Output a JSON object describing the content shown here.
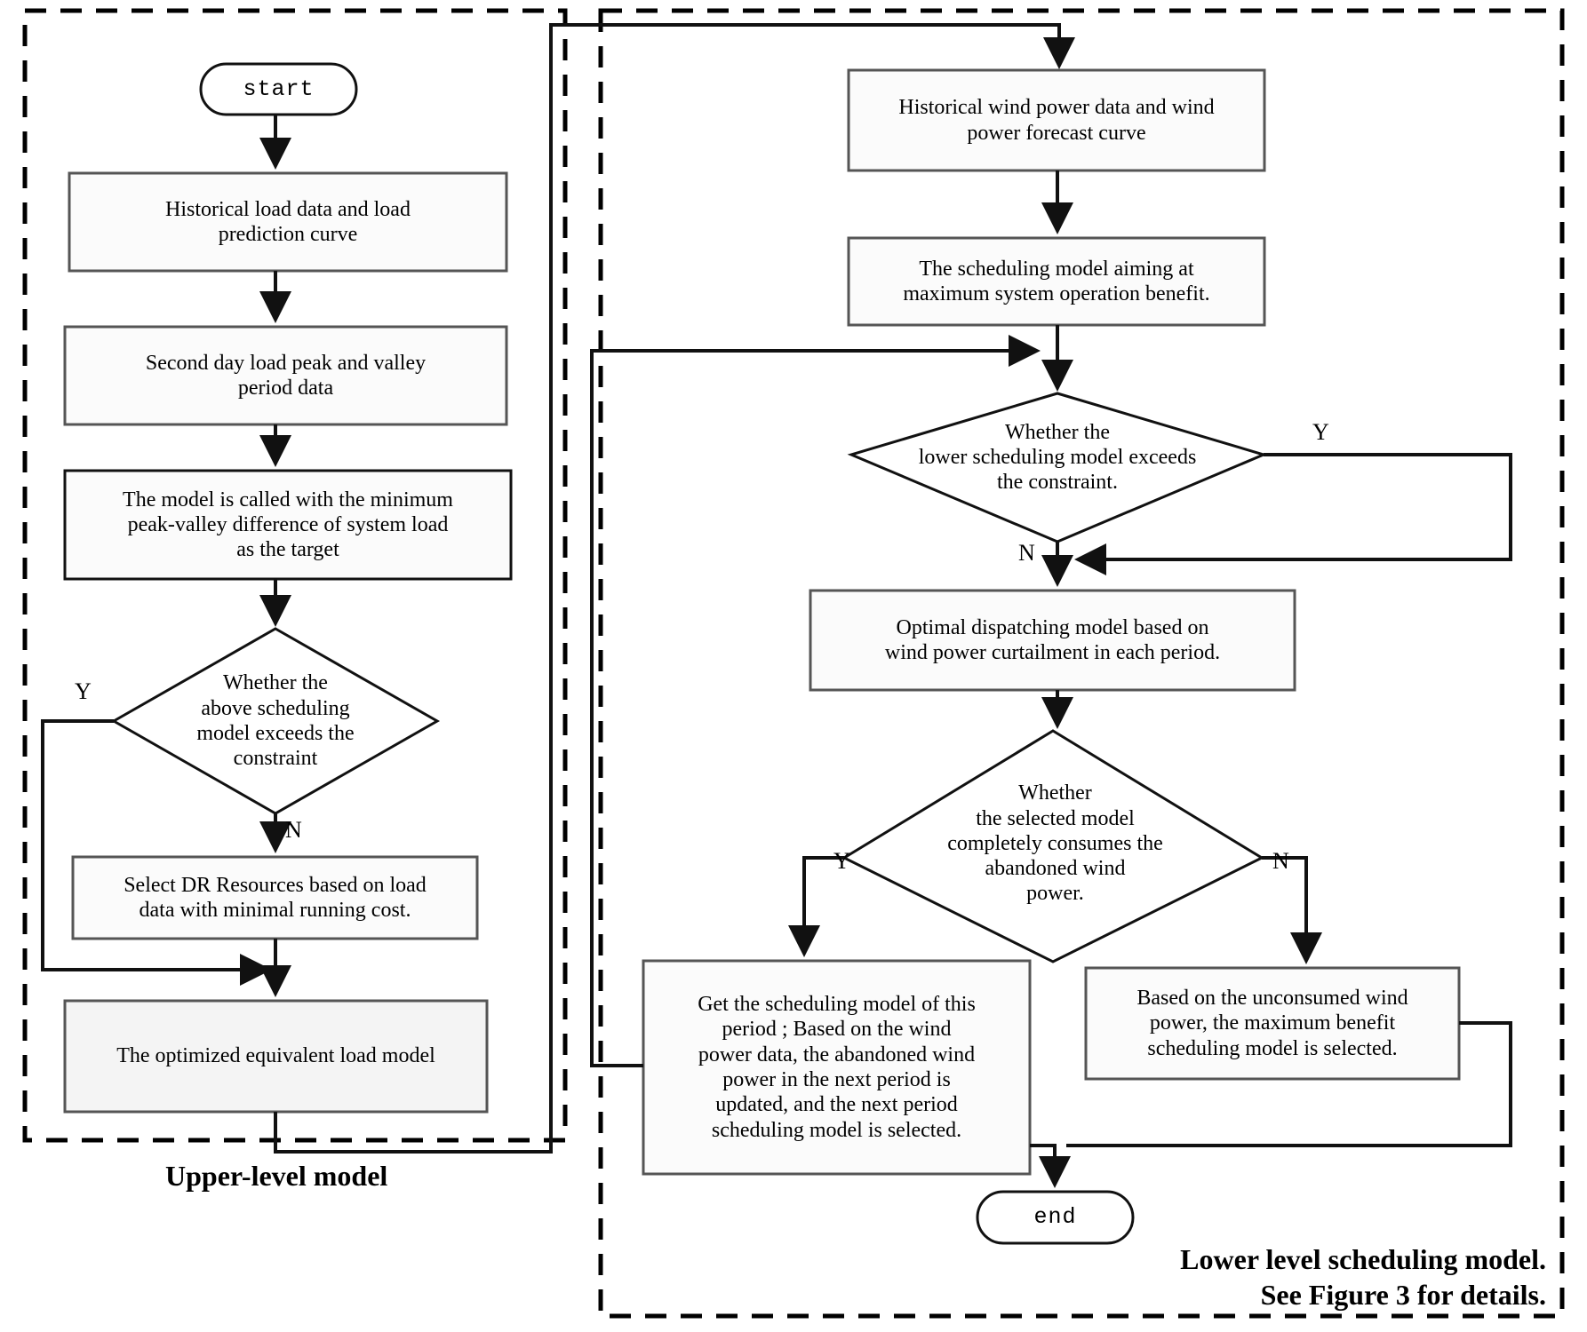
{
  "figure": {
    "type": "flowchart",
    "title": "Bi-level scheduling model flowchart",
    "background": "#ffffff",
    "stroke_color": "#1a1a1a",
    "box_fill": "#fbfbfb",
    "dashed_border_color": "#000000"
  },
  "groups": {
    "upper": {
      "label": "Upper-level model"
    },
    "lower": {
      "label_line1": "Lower level scheduling model.",
      "label_line2": "See Figure 3 for details."
    }
  },
  "nodes": {
    "start": {
      "shape": "terminator",
      "label": "start"
    },
    "hist_load": {
      "shape": "process",
      "label": "Historical load data and load\nprediction curve"
    },
    "second_day": {
      "shape": "process",
      "label": "Second day load peak and valley\nperiod data"
    },
    "min_peak_valley": {
      "shape": "process",
      "label": "The model is called with the minimum\npeak-valley difference of system load\nas the target"
    },
    "dec_upper": {
      "shape": "decision",
      "label": "Whether the\nabove scheduling\nmodel exceeds the\nconstraint"
    },
    "select_dr": {
      "shape": "process",
      "label": "Select DR Resources based on load\ndata with minimal running cost."
    },
    "optimized_load": {
      "shape": "process",
      "label": "The optimized equivalent load model"
    },
    "hist_wind": {
      "shape": "process",
      "label": "Historical wind power data and wind\npower forecast curve"
    },
    "sched_benefit": {
      "shape": "process",
      "label": "The scheduling model aiming at\nmaximum system operation benefit."
    },
    "dec_lower": {
      "shape": "decision",
      "label": "Whether the\nlower scheduling model exceeds\nthe constraint."
    },
    "optimal_dispatch": {
      "shape": "process",
      "label": "Optimal dispatching model based on\nwind power curtailment in each period."
    },
    "dec_consume": {
      "shape": "decision",
      "label": "Whether\nthe selected model\ncompletely consumes the\nabandoned wind\npower."
    },
    "get_sched": {
      "shape": "process",
      "label": "Get the scheduling model of this\nperiod ; Based on the wind\npower data, the abandoned wind\npower in the next period is\nupdated, and the next period\nscheduling model is selected."
    },
    "unconsumed": {
      "shape": "process",
      "label": "Based on the unconsumed wind\npower, the maximum benefit\nscheduling model is selected."
    },
    "end": {
      "shape": "terminator",
      "label": "end"
    }
  },
  "edge_labels": {
    "upper_yes": "Y",
    "upper_no": "N",
    "lower_yes": "Y",
    "lower_no": "N",
    "consume_yes": "Y",
    "consume_no": "N"
  }
}
